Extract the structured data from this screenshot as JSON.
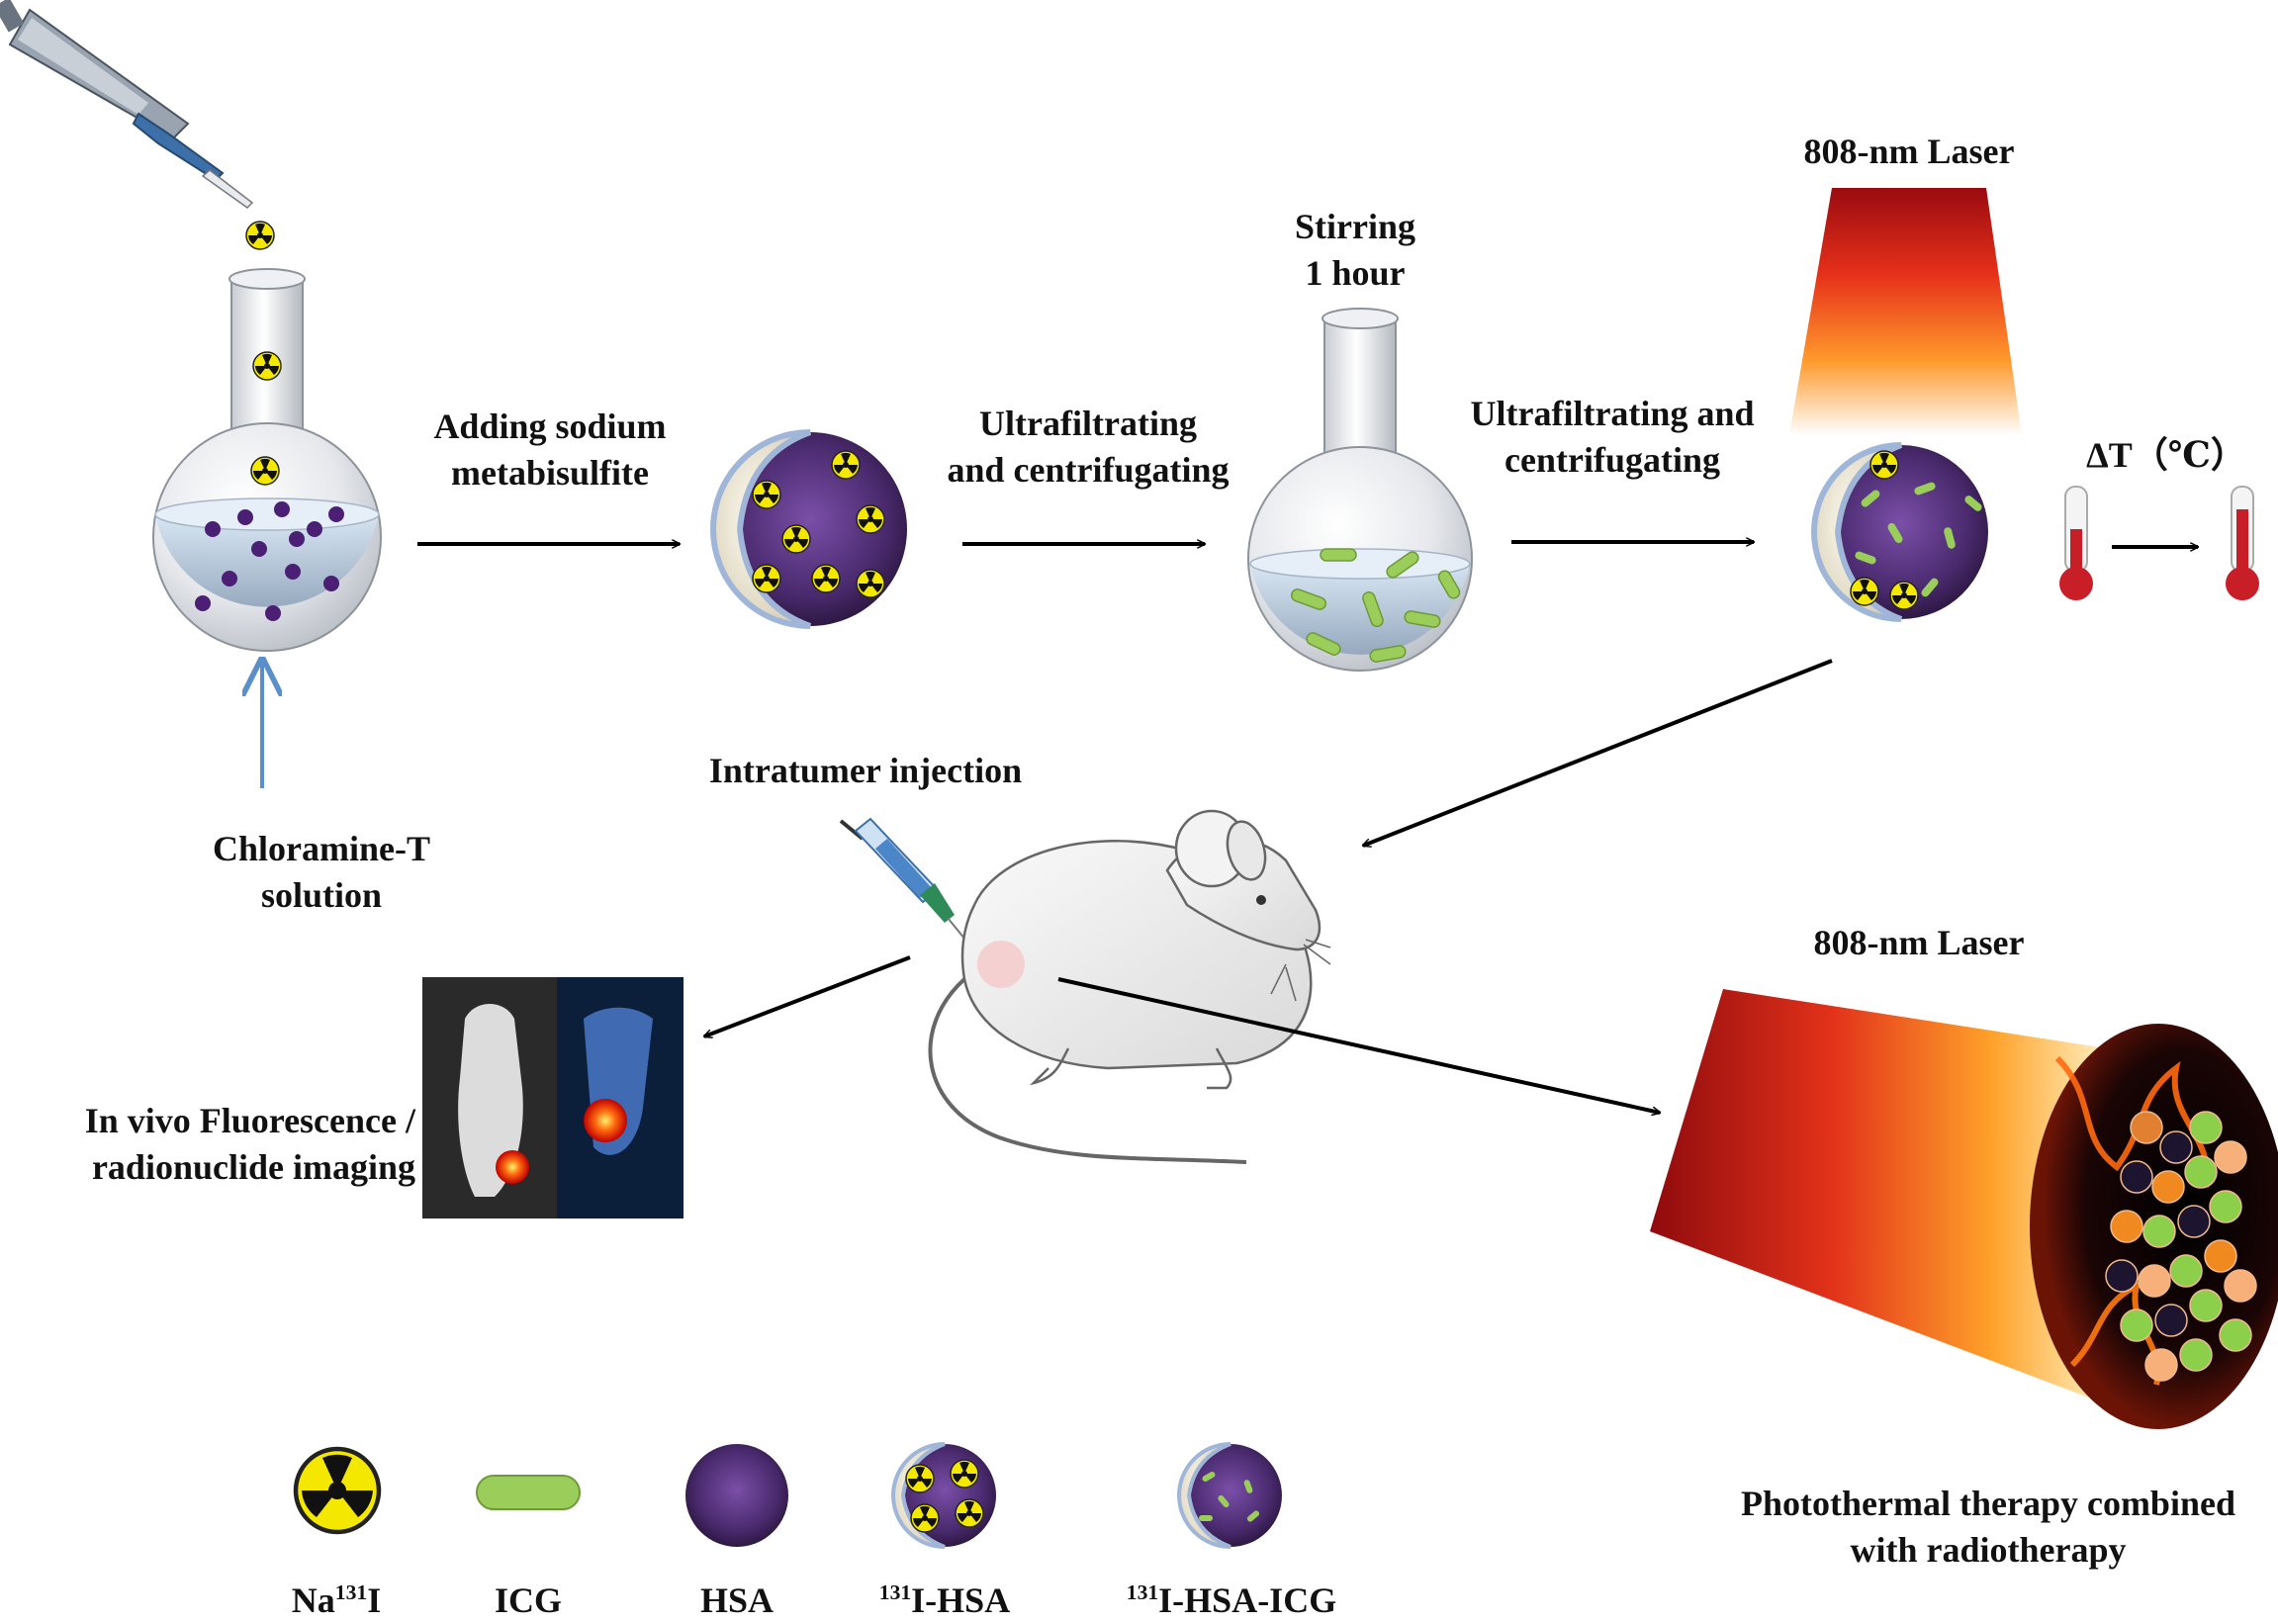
{
  "labels": {
    "adding_sodium_1": "Adding sodium",
    "adding_sodium_2": "metabisulfite",
    "ultrafiltrating_1a": "Ultrafiltrating",
    "ultrafiltrating_1b": "and centrifugating",
    "stirring_1": "Stirring",
    "stirring_2": "1 hour",
    "ultrafiltrating_2a": "Ultrafiltrating and",
    "ultrafiltrating_2b": "centrifugating",
    "laser_top": "808-nm Laser",
    "delta_t": "ΔT（℃）",
    "chloramine_1": "Chloramine-T",
    "chloramine_2": "solution",
    "injection": "Intratumer injection",
    "laser_bottom": "808-nm Laser",
    "imaging_1": "In vivo Fluorescence /",
    "imaging_2": "radionuclide imaging",
    "therapy_1": "Photothermal therapy combined",
    "therapy_2": "with radiotherapy"
  },
  "legend": [
    {
      "prefix": "Na",
      "sup": "131",
      "suffix": "I"
    },
    {
      "prefix": "ICG",
      "sup": "",
      "suffix": ""
    },
    {
      "prefix": "HSA",
      "sup": "",
      "suffix": ""
    },
    {
      "prefix": "",
      "sup": "131",
      "suffix": "I-HSA"
    },
    {
      "prefix": "",
      "sup": "131",
      "suffix": "I-HSA-ICG"
    }
  ],
  "colors": {
    "radiation_yellow": "#f5e800",
    "icg_green": "#9acd5a",
    "hsa_purple": "#4a2a6e",
    "arrow_blue": "#5b8fc9",
    "laser_red": "#d01010",
    "thermometer_red": "#c81e28"
  }
}
